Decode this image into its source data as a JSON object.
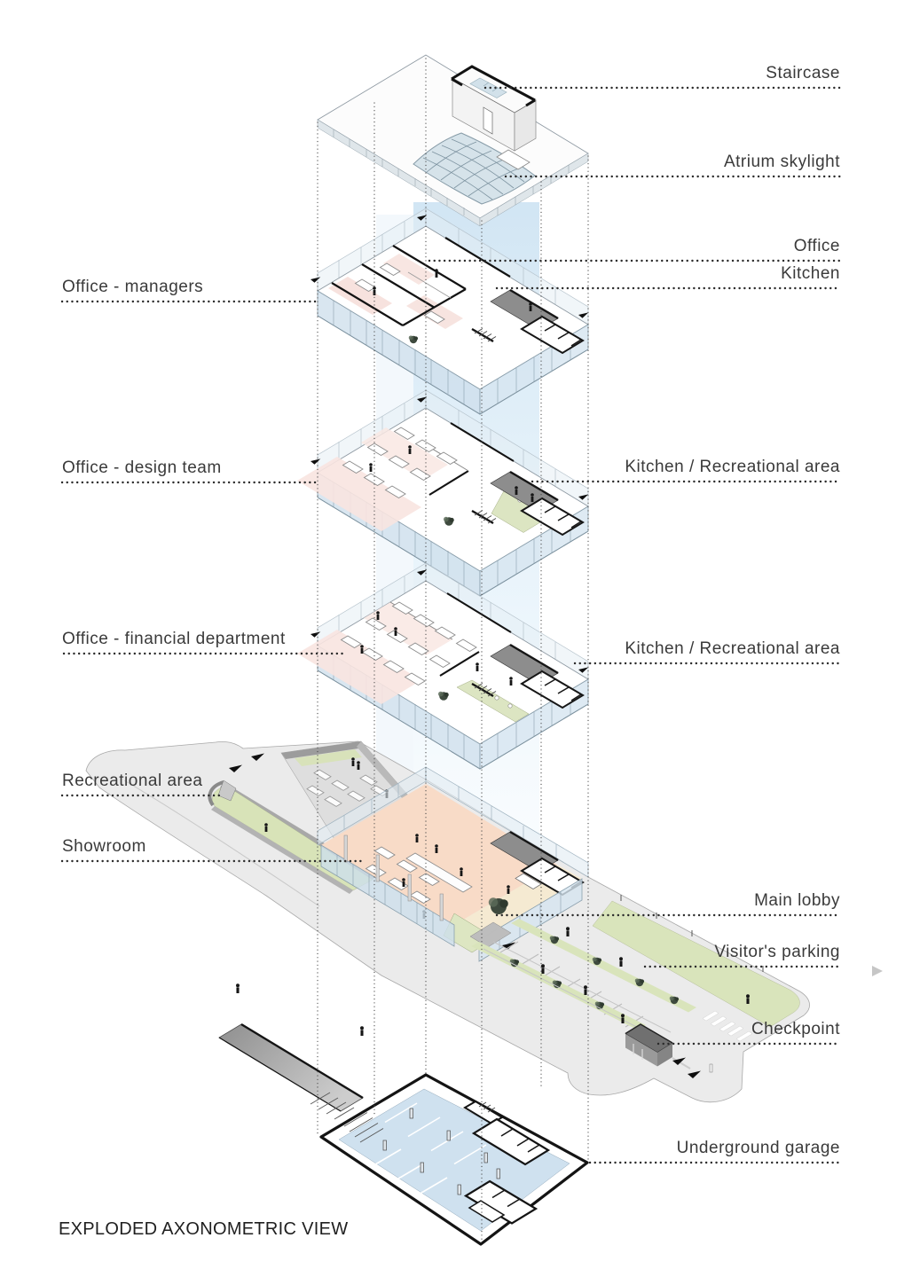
{
  "title": {
    "text": "EXPLODED AXONOMETRIC VIEW"
  },
  "labels": {
    "right": [
      {
        "text": "Staircase"
      },
      {
        "text": "Atrium skylight"
      },
      {
        "text": "Office"
      },
      {
        "text": "Kitchen"
      },
      {
        "text": "Kitchen / Recreational area"
      },
      {
        "text": "Kitchen / Recreational area"
      },
      {
        "text": "Main lobby"
      },
      {
        "text": "Visitor's parking"
      },
      {
        "text": "Checkpoint"
      },
      {
        "text": "Underground garage"
      }
    ],
    "left": [
      {
        "text": "Office - managers"
      },
      {
        "text": "Office - design team"
      },
      {
        "text": "Office - financial department"
      },
      {
        "text": "Recreational area"
      },
      {
        "text": "Showroom"
      }
    ]
  },
  "palette": {
    "label_text": "#3a3a3a",
    "leader_dots": "#2b2b2b",
    "light_shaft_blue": "#cfe4f3",
    "glass_blue": "#cfdfe9",
    "lawn_green": "#d8e3b8",
    "showroom_peach": "#f8dbc7",
    "office_pink": "#f7e2de",
    "garage_floor_blue": "#cfe1ef",
    "site_gray": "#ebebeb",
    "wall_black": "#141414"
  }
}
